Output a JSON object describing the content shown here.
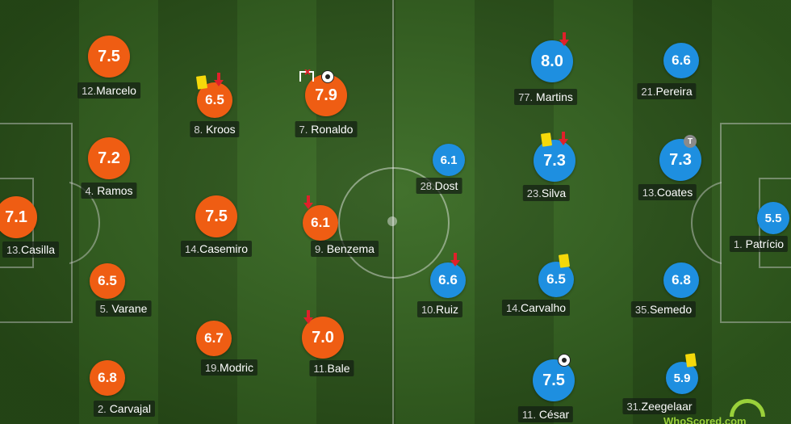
{
  "colors": {
    "home": "#ef5d13",
    "away": "#1e8fe0",
    "yellow_card": "#f5d90a"
  },
  "home_players": [
    {
      "num": "12.",
      "name": "Marcelo",
      "rating": "7.5",
      "icons": []
    },
    {
      "num": "8.",
      "name": "Kroos",
      "rating": "6.5",
      "icons": [
        "yellow-card",
        "sub-off"
      ]
    },
    {
      "num": "7.",
      "name": "Ronaldo",
      "rating": "7.9",
      "icons": [
        "missed-penalty",
        "goal"
      ]
    },
    {
      "num": "4.",
      "name": "Ramos",
      "rating": "7.2",
      "icons": []
    },
    {
      "num": "13.",
      "name": "Casilla",
      "rating": "7.1",
      "icons": []
    },
    {
      "num": "14.",
      "name": "Casemiro",
      "rating": "7.5",
      "icons": []
    },
    {
      "num": "9.",
      "name": "Benzema",
      "rating": "6.1",
      "icons": [
        "sub-off"
      ]
    },
    {
      "num": "5.",
      "name": "Varane",
      "rating": "6.5",
      "icons": []
    },
    {
      "num": "19.",
      "name": "Modric",
      "rating": "6.7",
      "icons": []
    },
    {
      "num": "11.",
      "name": "Bale",
      "rating": "7.0",
      "icons": [
        "sub-off"
      ]
    },
    {
      "num": "2.",
      "name": "Carvajal",
      "rating": "6.8",
      "icons": []
    }
  ],
  "away_players": [
    {
      "num": "77.",
      "name": "Martins",
      "rating": "8.0",
      "icons": [
        "sub-off"
      ]
    },
    {
      "num": "21.",
      "name": "Pereira",
      "rating": "6.6",
      "icons": []
    },
    {
      "num": "28.",
      "name": "Dost",
      "rating": "6.1",
      "icons": []
    },
    {
      "num": "23.",
      "name": "Silva",
      "rating": "7.3",
      "icons": [
        "yellow-card",
        "sub-off"
      ]
    },
    {
      "num": "13.",
      "name": "Coates",
      "rating": "7.3",
      "icons": [
        "captain"
      ]
    },
    {
      "num": "1.",
      "name": "Patrício",
      "rating": "5.5",
      "icons": []
    },
    {
      "num": "10.",
      "name": "Ruiz",
      "rating": "6.6",
      "icons": [
        "sub-off"
      ]
    },
    {
      "num": "14.",
      "name": "Carvalho",
      "rating": "6.5",
      "icons": [
        "yellow-card"
      ]
    },
    {
      "num": "35.",
      "name": "Semedo",
      "rating": "6.8",
      "icons": []
    },
    {
      "num": "11.",
      "name": "César",
      "rating": "7.5",
      "icons": [
        "goal"
      ]
    },
    {
      "num": "31.",
      "name": "Zeegelaar",
      "rating": "5.9",
      "icons": [
        "yellow-card"
      ]
    }
  ],
  "captain_label": "T",
  "logo_text": "WhoScored.com"
}
